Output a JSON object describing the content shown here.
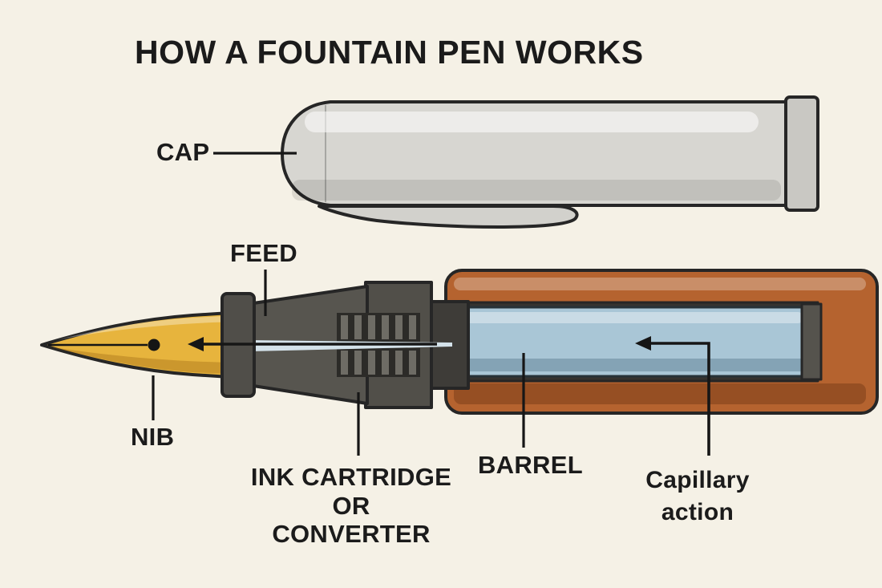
{
  "title": "HOW A FOUNTAIN PEN WORKS",
  "labels": {
    "cap": "CAP",
    "feed": "FEED",
    "nib": "NIB",
    "ink_cartridge": "INK CARTRIDGE OR CONVERTER",
    "barrel": "BARREL",
    "capillary": "Capillary action"
  },
  "colors": {
    "background": "#f5f1e6",
    "label_text": "#1b1b1b",
    "outline": "#262626",
    "line_color": "#161616",
    "cap_body": "#d7d6d1",
    "cap_end": "#c9c8c3",
    "clip": "#d2d1cc",
    "barrel": "#b5632f",
    "barrel_recess": "#35332f",
    "ink": "#a9c6d6",
    "cartridge_end": "#55534d",
    "grip": "#57554f",
    "grip_block": "#514f49",
    "grip_joint": "#3e3c38",
    "collar": "#504e49",
    "fin_bg": "#2c2b28",
    "fin": "#6e6c65",
    "channel": "#d4e2ea",
    "nib": "#e7b43d"
  }
}
